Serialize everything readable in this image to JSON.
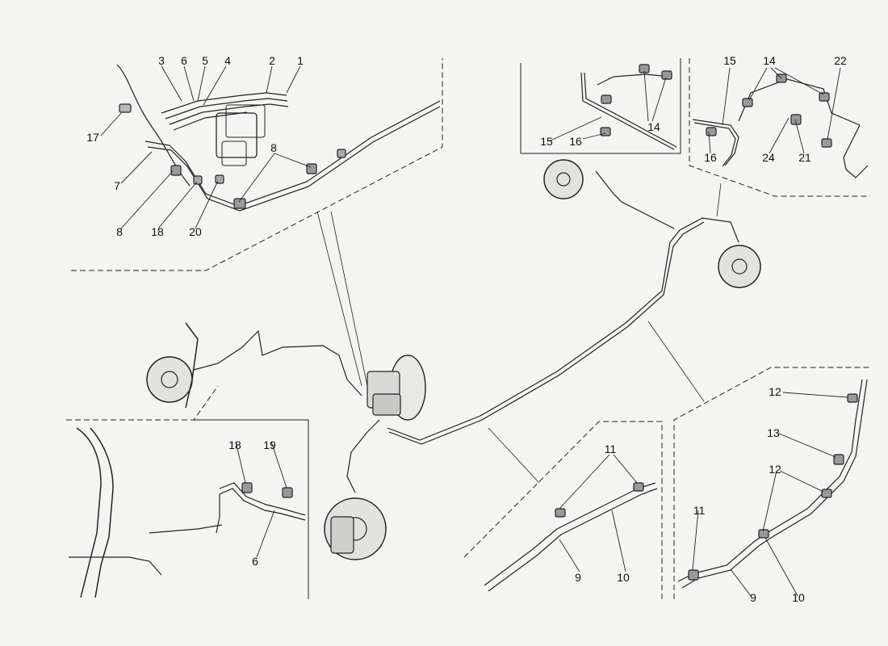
{
  "callouts": [
    {
      "id": "c1",
      "text": "1"
    },
    {
      "id": "c2",
      "text": "2"
    },
    {
      "id": "c4",
      "text": "4"
    },
    {
      "id": "c5",
      "text": "5"
    },
    {
      "id": "c6a",
      "text": "6"
    },
    {
      "id": "c3",
      "text": "3"
    },
    {
      "id": "c17",
      "text": "17"
    },
    {
      "id": "c8a",
      "text": "8"
    },
    {
      "id": "c7",
      "text": "7"
    },
    {
      "id": "c8b",
      "text": "8"
    },
    {
      "id": "c18a",
      "text": "18"
    },
    {
      "id": "c20",
      "text": "20"
    },
    {
      "id": "c15a",
      "text": "15"
    },
    {
      "id": "c16a",
      "text": "16"
    },
    {
      "id": "c14a",
      "text": "14"
    },
    {
      "id": "c15b",
      "text": "15"
    },
    {
      "id": "c14b",
      "text": "14"
    },
    {
      "id": "c22",
      "text": "22"
    },
    {
      "id": "c16b",
      "text": "16"
    },
    {
      "id": "c24",
      "text": "24"
    },
    {
      "id": "c21",
      "text": "21"
    },
    {
      "id": "c18b",
      "text": "18"
    },
    {
      "id": "c19",
      "text": "19"
    },
    {
      "id": "c6b",
      "text": "6"
    },
    {
      "id": "c11a",
      "text": "11"
    },
    {
      "id": "c9a",
      "text": "9"
    },
    {
      "id": "c10a",
      "text": "10"
    },
    {
      "id": "c12a",
      "text": "12"
    },
    {
      "id": "c13",
      "text": "13"
    },
    {
      "id": "c12b",
      "text": "12"
    },
    {
      "id": "c11b",
      "text": "11"
    },
    {
      "id": "c9b",
      "text": "9"
    },
    {
      "id": "c10b",
      "text": "10"
    }
  ]
}
